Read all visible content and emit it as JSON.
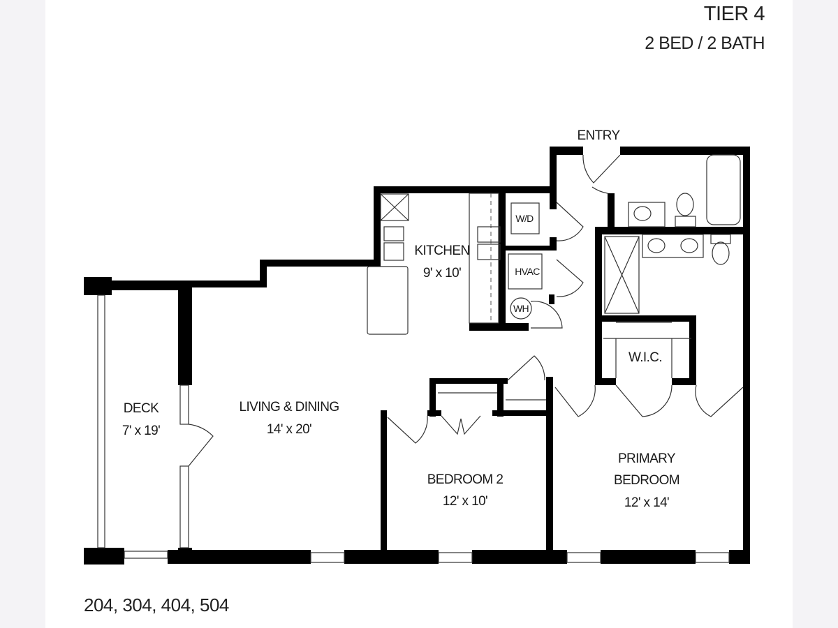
{
  "header": {
    "tier": "TIER 4",
    "layout": "2 BED / 2 BATH"
  },
  "rooms": {
    "entry": {
      "name": "ENTRY"
    },
    "kitchen": {
      "name": "KITCHEN",
      "size": "9' x 10'"
    },
    "washer_dryer": {
      "name": "W/D"
    },
    "hvac": {
      "name": "HVAC"
    },
    "water_heater": {
      "name": "WH"
    },
    "wic": {
      "name": "W.I.C."
    },
    "deck": {
      "name": "DECK",
      "size": "7' x 19'"
    },
    "living": {
      "name": "LIVING & DINING",
      "size": "14' x 20'"
    },
    "bedroom2": {
      "name": "BEDROOM 2",
      "size": "12' x 10'"
    },
    "primary": {
      "name1": "PRIMARY",
      "name2": "BEDROOM",
      "size": "12' x 14'"
    }
  },
  "footer": {
    "units": "204, 304, 404, 504"
  }
}
